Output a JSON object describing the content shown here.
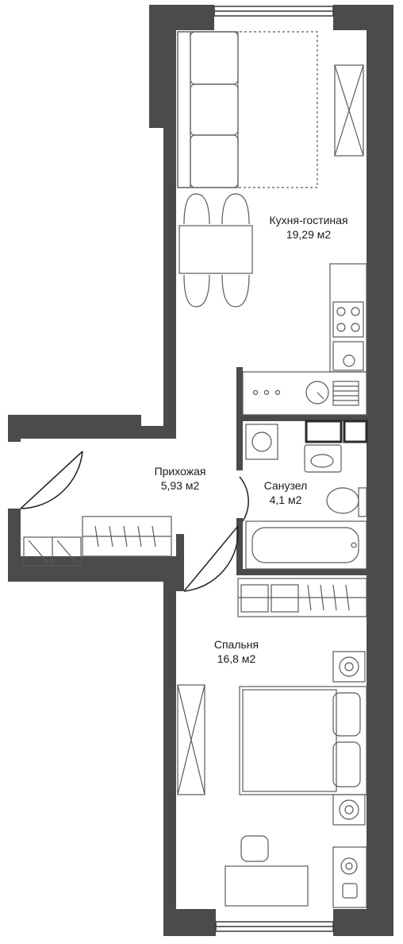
{
  "rooms": {
    "kitchen": {
      "name": "Кухня-гостиная",
      "area": "19,29 м2"
    },
    "hallway": {
      "name": "Прихожая",
      "area": "5,93 м2"
    },
    "bathroom": {
      "name": "Санузел",
      "area": "4,1 м2"
    },
    "bedroom": {
      "name": "Спальня",
      "area": "16,8 м2"
    }
  },
  "colors": {
    "wall": "#4a4b4d",
    "line": "#3a3a3a",
    "background": "#ffffff"
  }
}
